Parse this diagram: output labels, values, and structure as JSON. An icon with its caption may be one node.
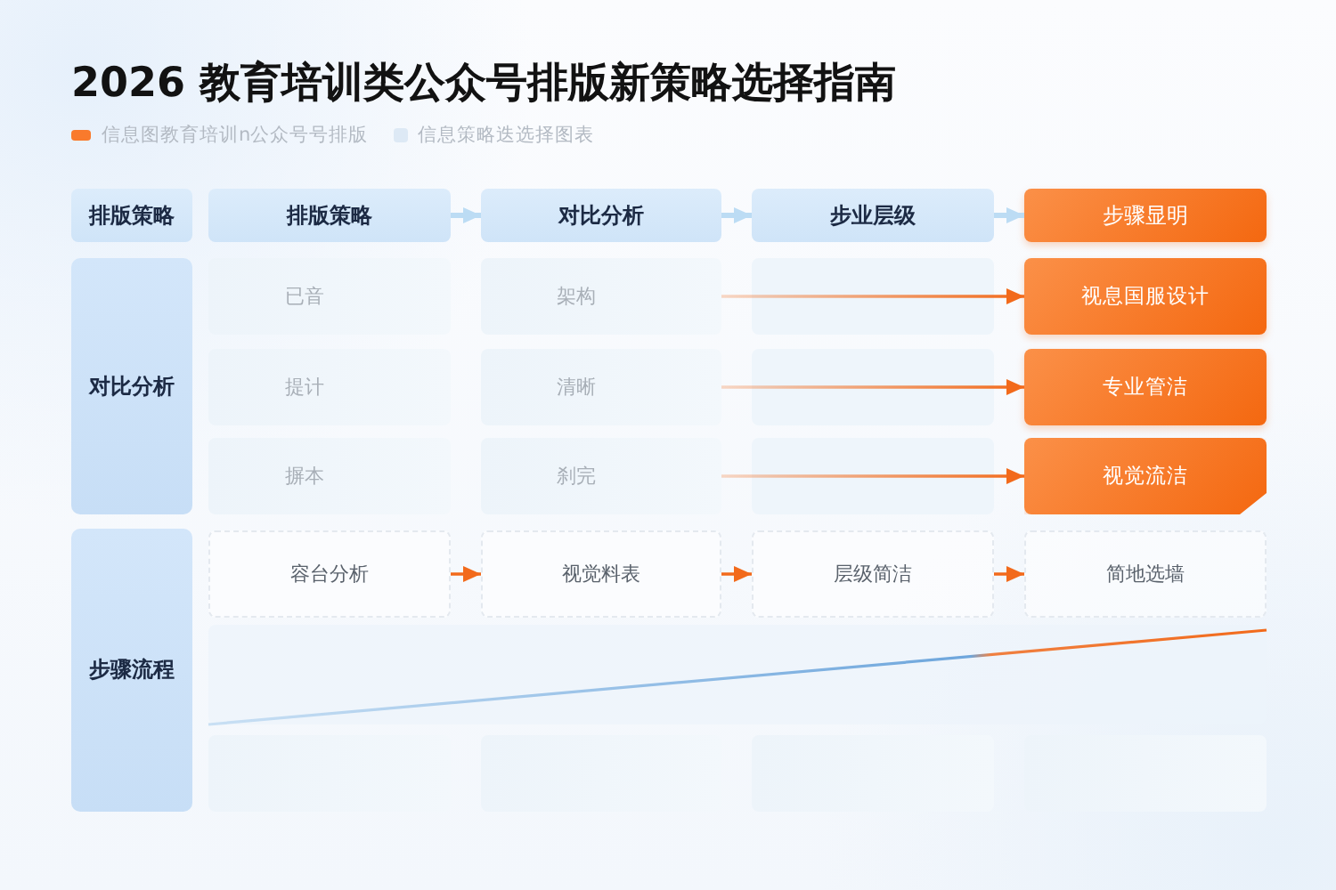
{
  "diagram": {
    "title": "2026 教育培训类公众号排版新策略选择指南",
    "nodes": [
      {
        "text": [
          "排版策略"
        ]
      },
      {
        "text": [
          "排版策略"
        ]
      },
      {
        "text": [
          "对比分析"
        ]
      },
      {
        "text": [
          "步业层级"
        ]
      },
      {
        "text": [
          "步骤显明"
        ]
      },
      {
        "text": [
          "对比分析"
        ]
      },
      {
        "text": [
          "已音"
        ]
      },
      {
        "text": [
          "架构"
        ]
      },
      {
        "text": [
          "视息国服设计"
        ]
      },
      {
        "text": [
          "提计"
        ]
      },
      {
        "text": [
          "清晰"
        ]
      },
      {
        "text": [
          "专业管洁"
        ]
      },
      {
        "text": [
          "摒本"
        ]
      },
      {
        "text": [
          "刹完"
        ]
      },
      {
        "text": [
          "视觉流洁"
        ]
      },
      {
        "text": [
          "步骤流程"
        ]
      },
      {
        "text": [
          "容台分析"
        ]
      },
      {
        "text": [
          "视觉料表"
        ]
      },
      {
        "text": [
          "层级简洁"
        ]
      },
      {
        "text": [
          "简地选墙"
        ]
      },
      {
        "text": [],
        "shape": "box"
      },
      {
        "text": [],
        "shape": "box"
      },
      {
        "text": [],
        "shape": "box"
      },
      {
        "text": [],
        "shape": "box"
      }
    ],
    "edges": [
      {
        "from": 1,
        "to": 2,
        "arrow": "to",
        "color": "#bcdcf4"
      },
      {
        "from": 2,
        "to": 3,
        "arrow": "to",
        "color": "#bcdcf4"
      },
      {
        "from": 3,
        "to": 4,
        "arrow": "to",
        "color": "#bcdcf4"
      },
      {
        "from": 7,
        "to": 8,
        "arrow": "to"
      },
      {
        "from": 10,
        "to": 11,
        "arrow": "to"
      },
      {
        "from": 13,
        "to": 14,
        "arrow": "to"
      },
      {
        "from": 16,
        "to": 17,
        "arrow": "to"
      },
      {
        "from": 17,
        "to": 18,
        "arrow": "to"
      },
      {
        "from": 18,
        "to": 19,
        "arrow": "to"
      }
    ],
    "legend": [
      {
        "text": "信息图教育培训n公众号号排版",
        "color": "#f97a2c"
      },
      {
        "text": "信息策略迭选择图表",
        "color": "#dde9f5"
      }
    ]
  }
}
